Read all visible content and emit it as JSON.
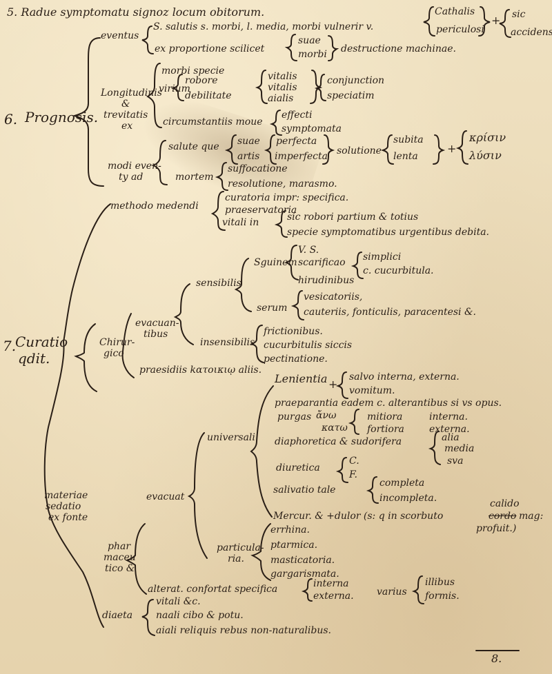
{
  "header": {
    "line": "5. Radue symptomatu signoz locum obitorum."
  },
  "prognosis": {
    "number": "6.",
    "label": "Prognosis.",
    "eventus": {
      "label": "eventus",
      "line1": "S. salutis s. morbi, l. media, morbi vulnerir v.",
      "options": [
        "Cathalis",
        "periculosi"
      ],
      "plus": "+",
      "suffix": [
        "sic",
        "accidens"
      ],
      "line2": "ex proportione scilicet",
      "pair": [
        "suae",
        "morbi"
      ],
      "line2_end": "destructione machinae."
    },
    "longitudo": {
      "label": [
        "Longitudinis",
        "&",
        "trevitatis",
        "ex"
      ],
      "morbi_specie": "morbi specie",
      "virium": "virium",
      "virium_items": [
        "robore",
        "debilitate"
      ],
      "states": [
        "vitalis",
        "vitalis",
        "aialis"
      ],
      "relations": [
        "conjunction",
        "speciatim"
      ],
      "circ": "circumstantiis moue",
      "circ_items": [
        "effecti",
        "symptomata"
      ]
    },
    "modi": {
      "label": [
        "modi even-",
        "ty ad"
      ],
      "salute": "salute que",
      "salute_items": [
        "suae",
        "artis"
      ],
      "perfecta": [
        "perfecta",
        "imperfecta"
      ],
      "solutione": "solutione",
      "subita": [
        "subita",
        "lenta"
      ],
      "plus": "+",
      "greek": [
        "κρίσιν",
        "λύσιν"
      ],
      "mortem": "mortem",
      "mortem_items": [
        "suffocatione",
        "resolutione, marasmo."
      ]
    }
  },
  "curatio": {
    "number": "7.",
    "label": [
      "Curatio",
      "qdit."
    ],
    "methodo": "methodo medendi",
    "methodo_items": [
      "curatoria impr: specifica.",
      "praeservatoria",
      "vitali in"
    ],
    "vitali_items": [
      "sic robori partium & totius",
      "specie symptomatibus urgentibus debita."
    ],
    "chirurgico": [
      "Chirur-",
      "gico"
    ],
    "evacuan": [
      "evacuan-",
      "tibus"
    ],
    "sensibilis": "sensibilis",
    "sanguinem": "Sguinem",
    "sanguinem_items": [
      "V. S.",
      "scarificao",
      "hirudinibus"
    ],
    "scarif_items": [
      "simplici",
      "c. cucurbitula."
    ],
    "serum": "serum",
    "serum_items": [
      "vesicatoriis,",
      "cauteriis, fonticulis, paracentesi &."
    ],
    "insensibilis": "insensibilis",
    "insens_items": [
      "frictionibus.",
      "cucurbitulis siccis",
      "pectinatione."
    ],
    "praesidium": "praesidiis kατοικιῳ aliis.",
    "materiae": [
      "materiae",
      "sedatio",
      "ex fonte"
    ],
    "pharmaceutico": [
      "phar",
      "maceu",
      "tico &"
    ],
    "evacuat": "evacuat",
    "universali": "universali",
    "univ_items": {
      "lenientia": "Lenientia",
      "plus": "+",
      "salva": [
        "salvo interna, externa.",
        "vomitum."
      ],
      "praeparantia": "praeparantia eadem c. alterantibus si vs opus.",
      "purgas": "purgas",
      "purgas_greek": [
        "κατω",
        "ἄνω"
      ],
      "purgas_mid": [
        "mitiora",
        "fortiora"
      ],
      "purgas_end": [
        "interna.",
        "externa."
      ],
      "diaphoretica": "diaphoretica & sudorifera",
      "diaph_items": [
        "alia",
        "media",
        "sva"
      ],
      "diuretica": "diuretica",
      "diur_items": [
        "C.",
        "F."
      ],
      "salivatio": "salivatio tale",
      "saliv_items": [
        "completa",
        "incompleta."
      ],
      "merc": "Mercur. & +dulor (s: q in scorbuto",
      "calido": "calido",
      "merc_struck": "cordo",
      "merc_end": "mag:",
      "profuit": "profuit.)"
    },
    "particularia": [
      "particula-",
      "ria."
    ],
    "part_items": [
      "errhina.",
      "ptarmica.",
      "masticatoria.",
      "gargarismata."
    ],
    "alterat": "alterat. confortat specifica",
    "alt_items": [
      "interna",
      "externa."
    ],
    "varius": "varius",
    "varius_items": [
      "illibus",
      "formis."
    ],
    "diaeta": "diaeta",
    "diaeta_items": [
      "vitali &c.",
      "naali cibo & potu.",
      "aiali reliquis rebus non-naturalibus."
    ]
  },
  "page_number": "8."
}
